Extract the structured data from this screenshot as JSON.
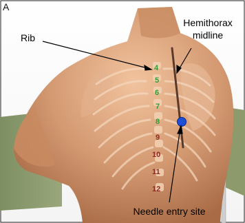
{
  "figure": {
    "panel_label": "A",
    "callouts": {
      "rib": "Rib",
      "hemithorax_line1": "Hemithorax",
      "hemithorax_line2": "midline",
      "needle": "Needle entry site"
    },
    "rib_numbers": [
      "4",
      "5",
      "6",
      "7",
      "8",
      "9",
      "10",
      "11",
      "12"
    ],
    "colors": {
      "green_labels": "#2f9e35",
      "red_labels": "#8e2a22",
      "needle_dot": "#1f4fd6",
      "skin": "#d9a07a"
    }
  }
}
